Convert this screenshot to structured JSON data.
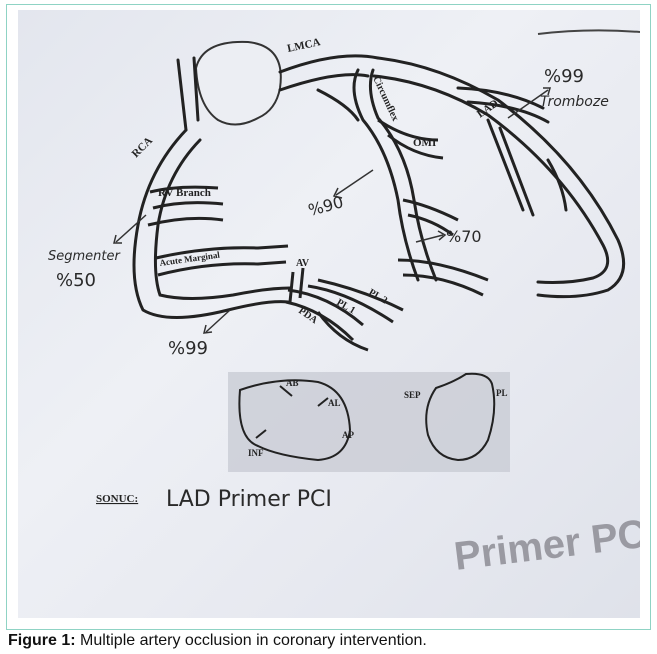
{
  "labels": {
    "lmca": "LMCA",
    "rca": "RCA",
    "circumflex": "Circumflex",
    "lad": "LAD",
    "omi": "OMI",
    "rv_branch": "RV Branch",
    "acute_marginal": "Acute Marginal",
    "av": "AV",
    "pl1": "PL 1",
    "pl2": "PL 2",
    "pda": "PDA"
  },
  "handwritten": {
    "lad_occlusion": "%99",
    "lad_note": "Tromboze",
    "circumflex_occlusion": "%90",
    "om_occlusion": "%70",
    "rv_note": "Segmenter",
    "rv_occlusion": "%50",
    "rca_occlusion": "%99",
    "conclusion_value": "LAD Primer PCI"
  },
  "wall_diagram_left": {
    "ab": "AB",
    "al": "AL",
    "ap": "AP",
    "inf": "INF"
  },
  "wall_diagram_right": {
    "sep": "SEP",
    "pl": "PL"
  },
  "conclusion_label": "SONUC:",
  "stamp": "Primer PCI",
  "caption": {
    "label": "Figure 1:",
    "text": " Multiple artery occlusion in coronary intervention."
  },
  "colors": {
    "ink": "#222222",
    "frame": "#8fd3c4",
    "stamp": "#9a9aa2"
  }
}
